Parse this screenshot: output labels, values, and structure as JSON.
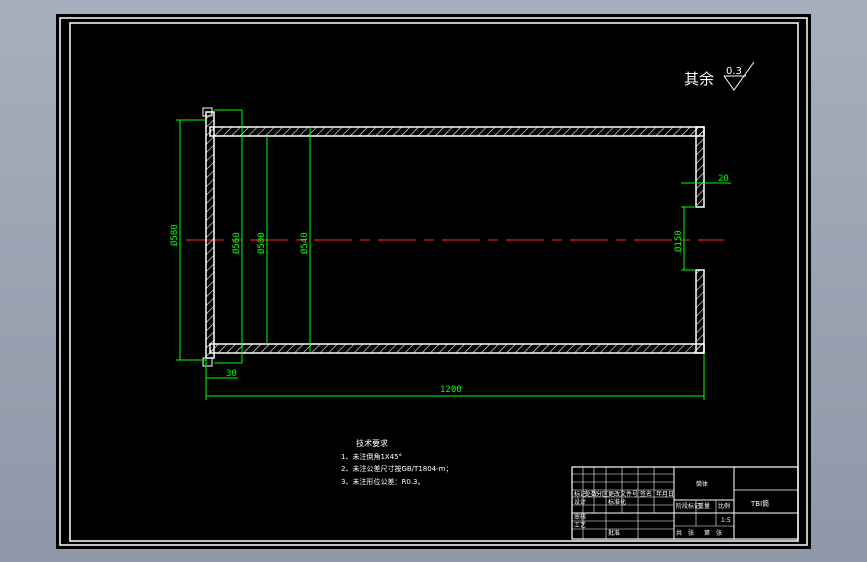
{
  "roughness_note": {
    "label": "其余",
    "value": "0.3"
  },
  "dimensions": {
    "dia_outer_flange": "Ø580",
    "dia_flange_inner": "Ø560",
    "dia_body_outer": "Ø500",
    "dia_body_inner": "Ø540",
    "dia_end_hole": "Ø150",
    "flange_thickness": "30",
    "end_wall_thickness": "20",
    "overall_length": "1200"
  },
  "tech_requirements": {
    "title": "技术要求",
    "items": [
      "1、未注倒角1X45°",
      "2、未注公差尺寸按GB/T1804-m；",
      "3、未注形位公差：R0.3。"
    ]
  },
  "title_block": {
    "drawing_name": "筒体",
    "part_title": "TBI筒",
    "cells": [
      "标记",
      "处数",
      "分区",
      "更改文件号",
      "签名",
      "年月日",
      "设计",
      "标准化",
      "阶段标记",
      "重量",
      "比例",
      "审核",
      "工艺",
      "批准",
      "共",
      "张",
      "第",
      "张",
      "1:5"
    ]
  }
}
